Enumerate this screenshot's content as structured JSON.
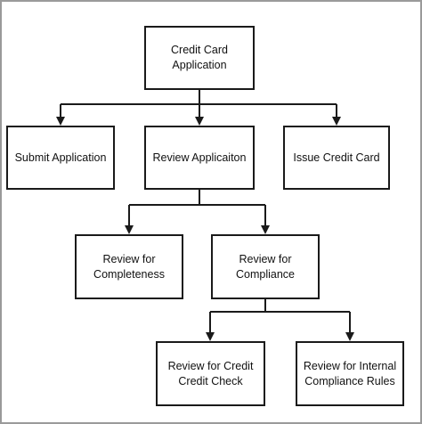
{
  "diagram": {
    "nodes": {
      "root": {
        "label": "Credit Card\nApplication"
      },
      "submit": {
        "label": "Submit Application"
      },
      "review": {
        "label": "Review Applicaiton"
      },
      "issue": {
        "label": "Issue Credit Card"
      },
      "complete": {
        "label": "Review for\nCompleteness"
      },
      "comply": {
        "label": "Review for\nCompliance"
      },
      "credit": {
        "label": "Review for Credit\nCredit Check"
      },
      "internal": {
        "label": "Review for Internal\nCompliance Rules"
      }
    },
    "edges": [
      {
        "from": "root",
        "to": "submit"
      },
      {
        "from": "root",
        "to": "review"
      },
      {
        "from": "root",
        "to": "issue"
      },
      {
        "from": "review",
        "to": "complete"
      },
      {
        "from": "review",
        "to": "comply"
      },
      {
        "from": "comply",
        "to": "credit"
      },
      {
        "from": "comply",
        "to": "internal"
      }
    ],
    "colors": {
      "stroke": "#1a1a1a",
      "frame": "#9a9a9a",
      "background": "#ffffff"
    }
  }
}
